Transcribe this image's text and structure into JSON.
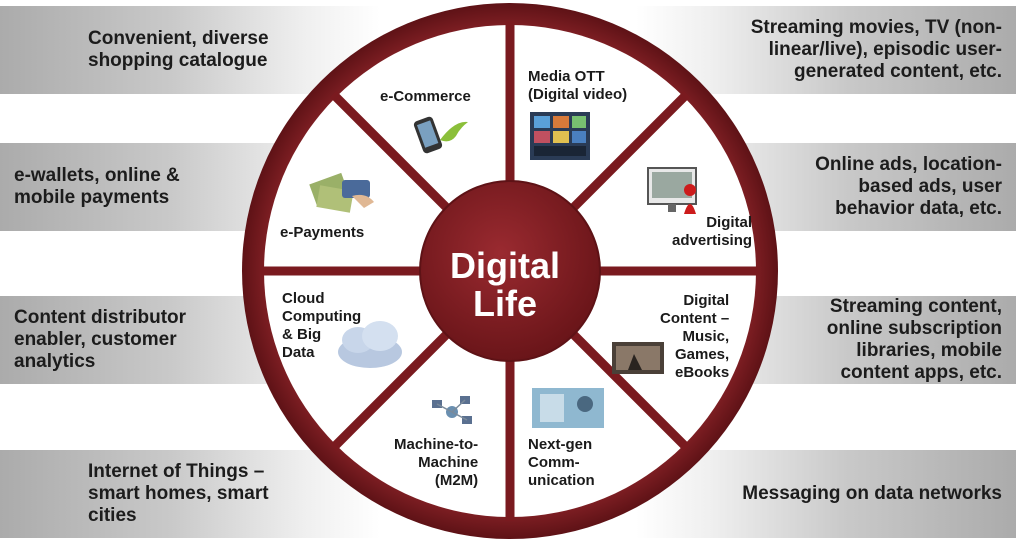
{
  "center": {
    "title": "Digital\nLife"
  },
  "segments": [
    {
      "id": "ecommerce",
      "label": "e-Commerce",
      "icon": "smartphone-icon"
    },
    {
      "id": "media-ott",
      "label": "Media OTT\n(Digital video)",
      "icon": "video-wall-icon"
    },
    {
      "id": "digital-advertising",
      "label": "Digital\nadvertising",
      "icon": "monitor-ad-icon"
    },
    {
      "id": "digital-content",
      "label": "Digital\nContent –\nMusic,\nGames,\neBooks",
      "icon": "game-screen-icon"
    },
    {
      "id": "next-gen-communication",
      "label": "Next-gen\nComm-\nunication",
      "icon": "communication-icon"
    },
    {
      "id": "m2m",
      "label": "Machine-to-\nMachine\n(M2M)",
      "icon": "network-devices-icon"
    },
    {
      "id": "cloud",
      "label": "Cloud\nComputing\n& Big\nData",
      "icon": "cloud-icon"
    },
    {
      "id": "epayments",
      "label": "e-Payments",
      "icon": "money-card-icon"
    }
  ],
  "boxes": {
    "left": [
      "Convenient, diverse\nshopping catalogue",
      "e-wallets, online &\nmobile payments",
      "Content distributor\nenabler, customer\nanalytics",
      "Internet of Things –\nsmart homes, smart\ncities"
    ],
    "right": [
      "Streaming movies, TV (non-\nlinear/live), episodic user-\ngenerated content, etc.",
      "Online ads, location-\nbased ads, user\nbehavior data, etc.",
      "Streaming content,\nonline subscription\nlibraries, mobile\ncontent apps, etc.",
      "Messaging on data networks"
    ]
  },
  "colors": {
    "rim": "#7a1a1f",
    "hub": "#7d1b20",
    "spoke": "#7a1a1f",
    "hub_text": "#ffffff"
  }
}
